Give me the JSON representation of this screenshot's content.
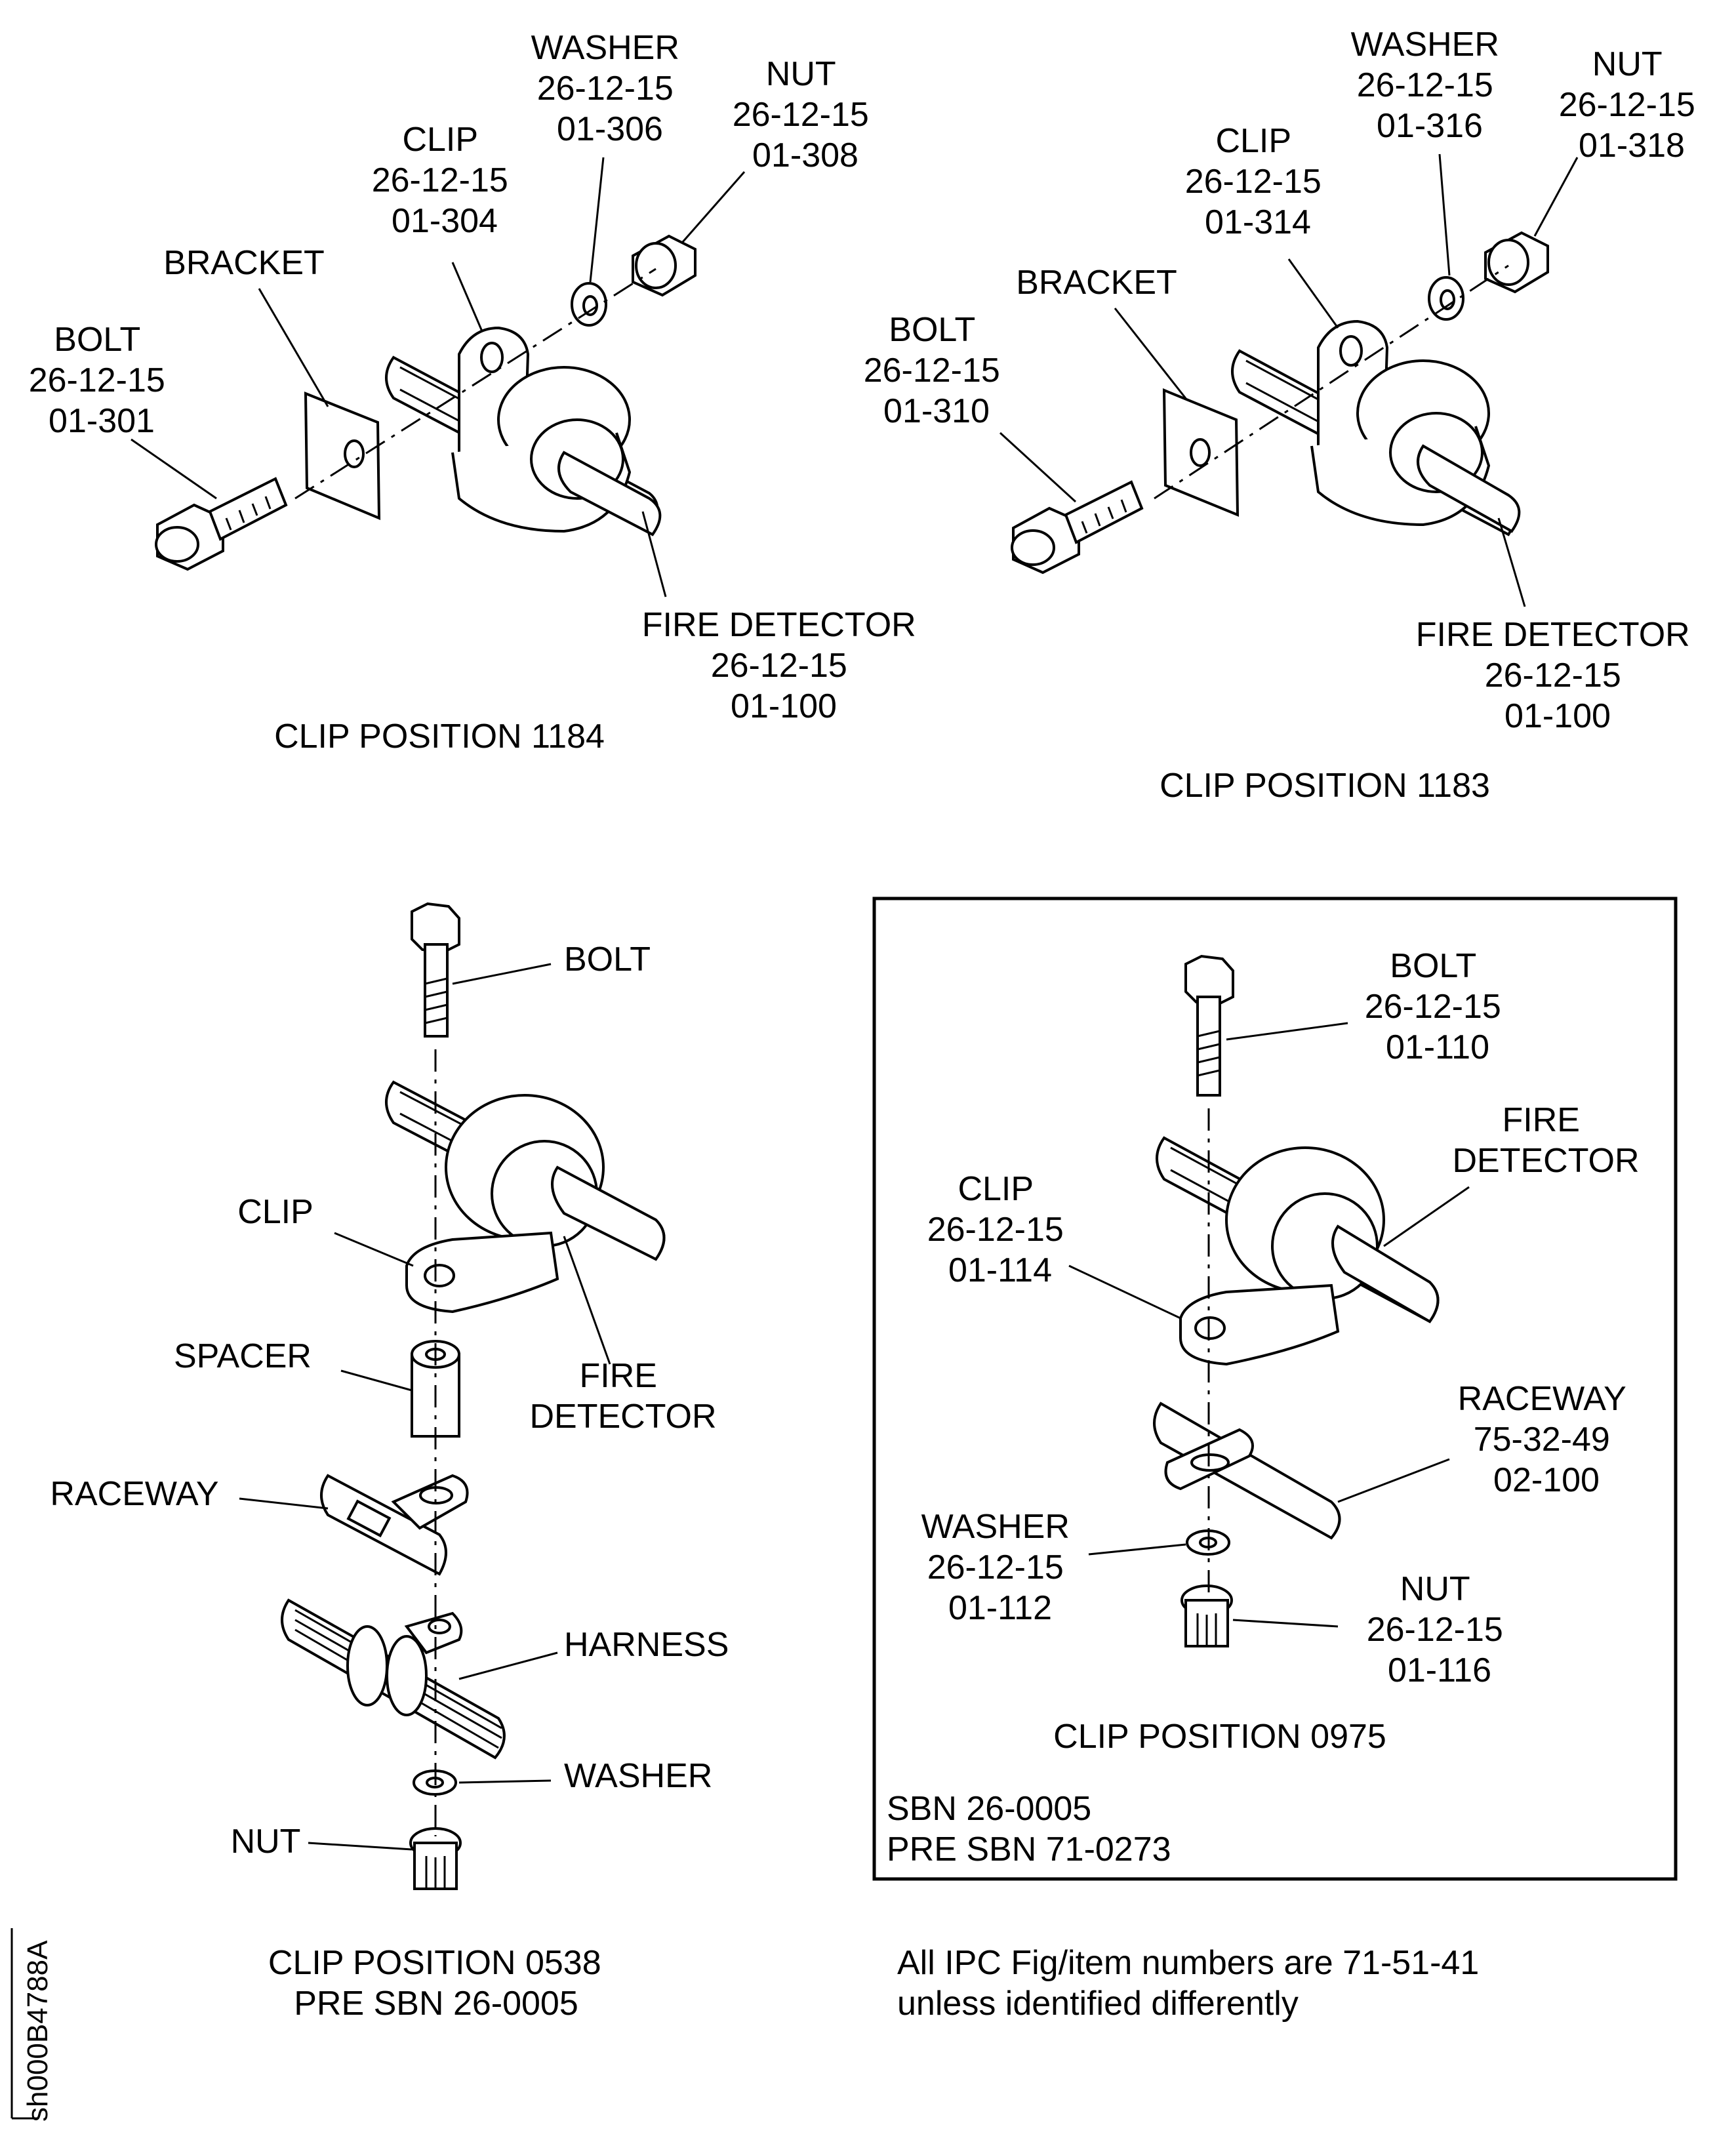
{
  "views": {
    "pos1184": {
      "caption": "CLIP POSITION 1184",
      "bolt": [
        "BOLT",
        "26-12-15",
        "01-301"
      ],
      "bracket": [
        "BRACKET"
      ],
      "clip": [
        "CLIP",
        "26-12-15",
        "01-304"
      ],
      "washer": [
        "WASHER",
        "26-12-15",
        "01-306"
      ],
      "nut": [
        "NUT",
        "26-12-15",
        "01-308"
      ],
      "detector": [
        "FIRE DETECTOR",
        "26-12-15",
        "01-100"
      ]
    },
    "pos1183": {
      "caption": "CLIP POSITION 1183",
      "bolt": [
        "BOLT",
        "26-12-15",
        "01-310"
      ],
      "bracket": [
        "BRACKET"
      ],
      "clip": [
        "CLIP",
        "26-12-15",
        "01-314"
      ],
      "washer": [
        "WASHER",
        "26-12-15",
        "01-316"
      ],
      "nut": [
        "NUT",
        "26-12-15",
        "01-318"
      ],
      "detector": [
        "FIRE DETECTOR",
        "26-12-15",
        "01-100"
      ]
    },
    "pos0538": {
      "caption": [
        "CLIP POSITION 0538",
        "PRE SBN 26-0005"
      ],
      "bolt": [
        "BOLT"
      ],
      "clip": [
        "CLIP"
      ],
      "detector": [
        "FIRE",
        "DETECTOR"
      ],
      "spacer": [
        "SPACER"
      ],
      "raceway": [
        "RACEWAY"
      ],
      "harness": [
        "HARNESS"
      ],
      "washer": [
        "WASHER"
      ],
      "nut": [
        "NUT"
      ]
    },
    "pos0975": {
      "caption": "CLIP POSITION 0975",
      "bolt": [
        "BOLT",
        "26-12-15",
        "01-110"
      ],
      "detector": [
        "FIRE",
        "DETECTOR"
      ],
      "clip": [
        "CLIP",
        "26-12-15",
        "01-114"
      ],
      "raceway": [
        "RACEWAY",
        "75-32-49",
        "02-100"
      ],
      "washer": [
        "WASHER",
        "26-12-15",
        "01-112"
      ],
      "nut": [
        "NUT",
        "26-12-15",
        "01-116"
      ],
      "sbn": [
        "SBN 26-0005",
        "PRE SBN 71-0273"
      ]
    }
  },
  "footnote": [
    "All IPC Fig/item numbers are 71-51-41",
    "unless identified differently"
  ],
  "figure_id": "sh000B4788A"
}
